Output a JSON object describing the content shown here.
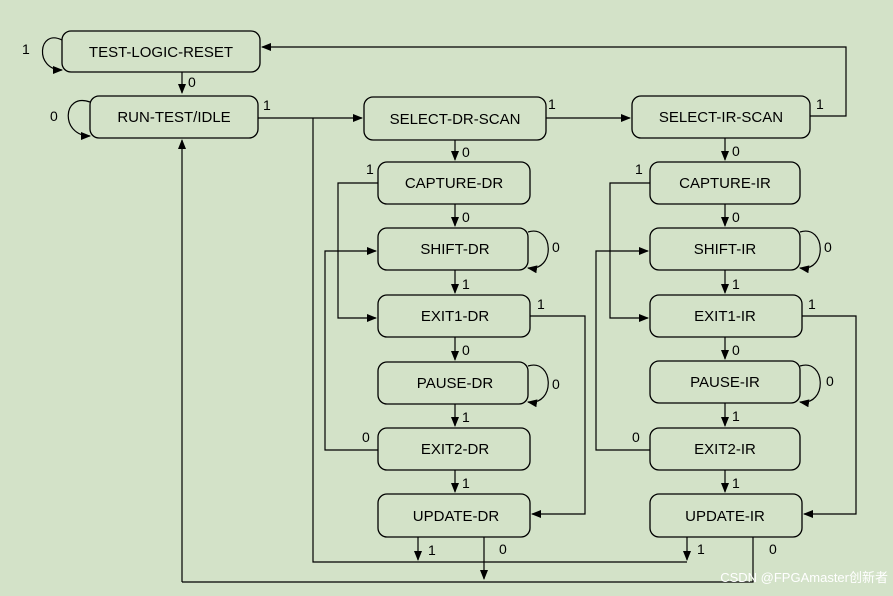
{
  "states": {
    "tlr": "TEST-LOGIC-RESET",
    "rti": "RUN-TEST/IDLE",
    "sdr": "SELECT-DR-SCAN",
    "sir": "SELECT-IR-SCAN",
    "cdr": "CAPTURE-DR",
    "cir": "CAPTURE-IR",
    "shdr": "SHIFT-DR",
    "shir": "SHIFT-IR",
    "e1dr": "EXIT1-DR",
    "e1ir": "EXIT1-IR",
    "pdr": "PAUSE-DR",
    "pir": "PAUSE-IR",
    "e2dr": "EXIT2-DR",
    "e2ir": "EXIT2-IR",
    "udr": "UPDATE-DR",
    "uir": "UPDATE-IR"
  },
  "transitions": {
    "tlr_self": "1",
    "tlr_rti": "0",
    "rti_self": "0",
    "rti_sdr": "1",
    "sdr_sir": "1",
    "sir_tlr": "1",
    "sdr_cdr": "0",
    "sir_cir": "0",
    "cdr_e1dr": "1",
    "cir_e1ir": "1",
    "cdr_shdr": "0",
    "cir_shir": "0",
    "shdr_self": "0",
    "shir_self": "0",
    "shdr_e1dr": "1",
    "shir_e1ir": "1",
    "e1dr_udr": "1",
    "e1ir_uir": "1",
    "e1dr_pdr": "0",
    "e1ir_pir": "0",
    "pdr_self": "0",
    "pir_self": "0",
    "pdr_e2dr": "1",
    "pir_e2ir": "1",
    "e2dr_shdr": "0",
    "e2ir_shir": "0",
    "e2dr_udr": "1",
    "e2ir_uir": "1",
    "udr_sdr": "1",
    "udr_rti": "0",
    "uir_sdr": "1",
    "uir_rti": "0"
  },
  "watermark": "CSDN @FPGAmaster创新者"
}
